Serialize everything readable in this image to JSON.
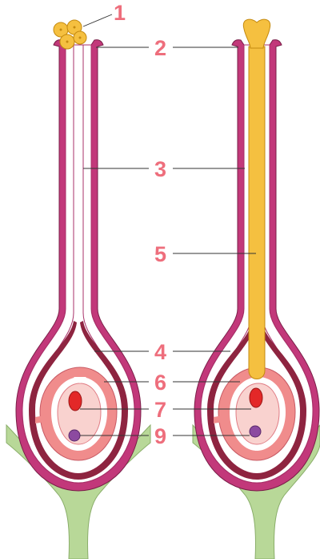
{
  "labels": {
    "l1": "1",
    "l2": "2",
    "l3": "3",
    "l4": "4",
    "l5": "5",
    "l6": "6",
    "l7": "7",
    "l9": "9"
  },
  "colors": {
    "pistil_wall": "#c2387a",
    "pistil_inner": "#ffffff",
    "ovary_outer": "#8e2440",
    "ovule": "#f08c8c",
    "ovule_center": "#f9d2cf",
    "egg_cell": "#e32828",
    "polar_nucleus": "#8c4aa0",
    "receptacle": "#b8d898",
    "pollen": "#f5c040",
    "pollen_tube": "#f5c040",
    "label_text": "#ee6e7c"
  }
}
